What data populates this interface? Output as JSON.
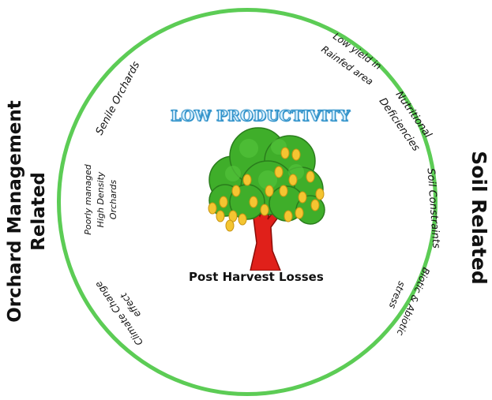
{
  "diagram": {
    "center_title": "LOW PRODUCTIVITY",
    "center_bottom": "Post Harvest Losses",
    "left_group": {
      "title_line1": "Orchard Management",
      "title_line2": "Related",
      "items": {
        "senile": "Senile Orchards",
        "poorly_line1": "Poorly managed",
        "poorly_line2": "High Density",
        "poorly_line3": "Orchards",
        "climate_line1": "Climate Change",
        "climate_line2": "effect"
      }
    },
    "right_group": {
      "title": "Soil Related",
      "items": {
        "lowyield_line1": "Low yield in",
        "lowyield_line2": "Rainfed area",
        "nutr_line1": "Nutritional",
        "nutr_line2": "Deficiencies",
        "soil": "Soil Constraints",
        "biotic_line1": "Biotic & Abiotic",
        "biotic_line2": "stress"
      }
    }
  },
  "colors": {
    "circle": "#5ccc55",
    "title_fill": "#d8f0ff",
    "title_outline": "#2b8fc8",
    "tree_foliage": "#3fae2a",
    "tree_trunk": "#e0201a",
    "fruit": "#f4c531"
  },
  "icons": [
    "mango-tree-icon"
  ]
}
